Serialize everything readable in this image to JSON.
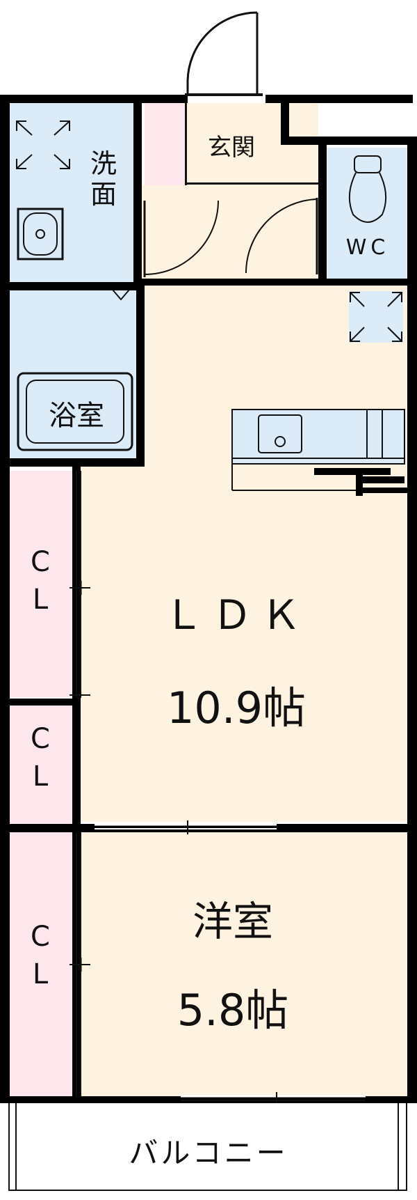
{
  "rooms": {
    "genkan": {
      "label": "玄関"
    },
    "senmen": {
      "label": "洗\n面"
    },
    "wc": {
      "label": "WC"
    },
    "bath": {
      "label": "浴室"
    },
    "ldk": {
      "label": "ＬＤＫ",
      "area": "10.9帖"
    },
    "yoshitsu": {
      "label": "洋室",
      "area": "5.8帖"
    },
    "closet1": {
      "label": "C\nL"
    },
    "closet2": {
      "label": "C\nL"
    },
    "closet3": {
      "label": "C\nL"
    },
    "balcony": {
      "label": "バルコニー"
    }
  },
  "icons": [
    "washing-machine-space-icon",
    "washbasin-icon",
    "toilet-icon",
    "refrigerator-space-icon",
    "bathtub-icon",
    "kitchen-sink-icon",
    "door-swing-icon"
  ],
  "colors": {
    "wet_area": "#dcebf8",
    "living_area": "#fdf3e0",
    "storage_area": "#fde6ec",
    "wall": "#000000"
  }
}
